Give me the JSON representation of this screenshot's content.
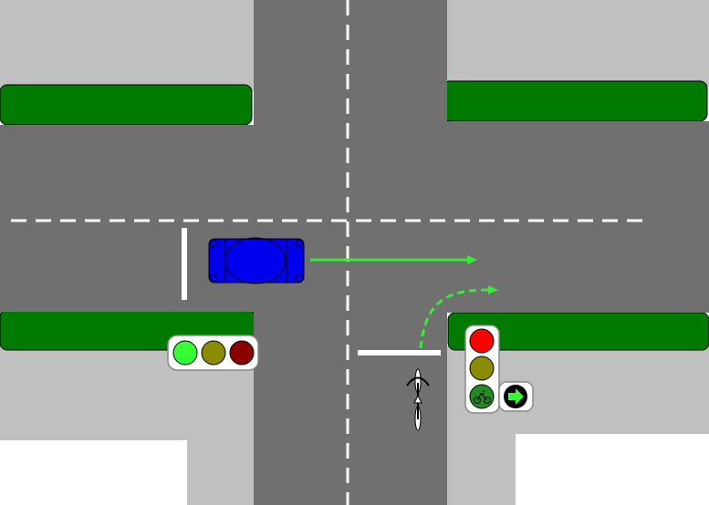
{
  "scene": {
    "colors": {
      "background": "#ffffff",
      "sidewalk": "#c0c0c0",
      "grass": "#007a00",
      "road": "#707070",
      "marking": "#ffffff",
      "car": "#0000ee",
      "arrow": "#33ee33",
      "light_red": "#ff0000",
      "light_red_dim": "#8b0000",
      "light_yellow_dim": "#8b8b00",
      "light_green": "#33ff33",
      "light_green_dim": "#228b22",
      "signal_housing": "#ffffff",
      "signal_outline": "#888888"
    },
    "vehicles": [
      {
        "type": "car",
        "direction": "east",
        "icon": "car-top-view-icon"
      },
      {
        "type": "bicycle",
        "direction": "north",
        "icon": "bicycle-top-view-icon"
      }
    ],
    "movement_arrows": [
      {
        "for": "car",
        "style": "solid",
        "path": "straight-east"
      },
      {
        "for": "bicycle",
        "style": "dashed",
        "path": "right-turn"
      }
    ],
    "traffic_lights": [
      {
        "id": "car-signal",
        "orientation": "horizontal",
        "active": "green",
        "lamps": [
          "green",
          "yellow",
          "red"
        ]
      },
      {
        "id": "bicycle-signal",
        "orientation": "vertical",
        "active": "red",
        "lamps": [
          "red",
          "yellow",
          "green"
        ],
        "green_lamp_symbol": "bicycle",
        "extra_signal": "green-right-arrow"
      }
    ]
  }
}
